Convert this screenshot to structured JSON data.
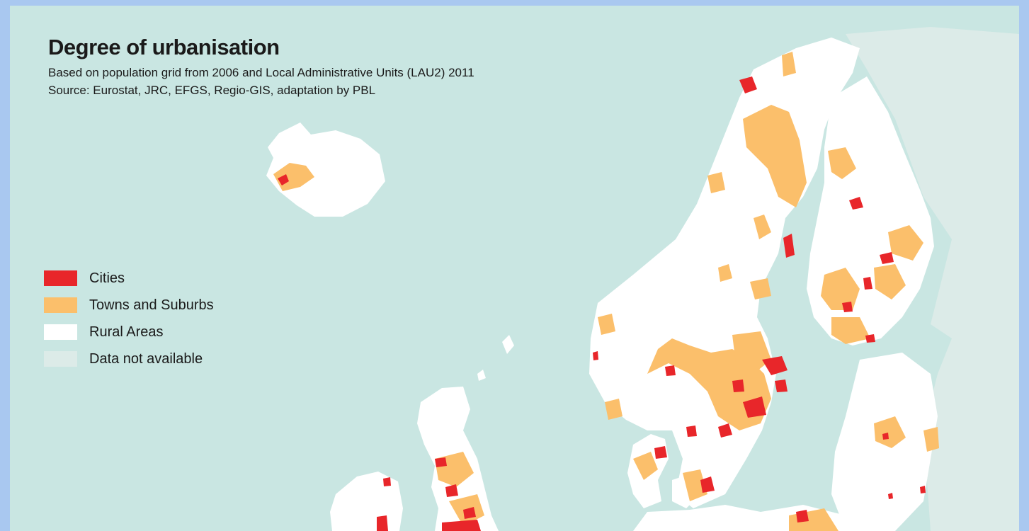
{
  "map": {
    "title": "Degree of urbanisation",
    "subtitle": "Based on population grid from 2006 and Local Administrative Units (LAU2) 2011",
    "source": "Source: Eurostat, JRC, EFGS, Regio-GIS, adaptation by PBL",
    "legend": [
      {
        "label": "Cities",
        "color": "#e8262a"
      },
      {
        "label": "Towns and Suburbs",
        "color": "#fbbf6b"
      },
      {
        "label": "Rural Areas",
        "color": "#ffffff"
      },
      {
        "label": "Data not available",
        "color": "#dcebe8"
      }
    ],
    "colors": {
      "sea": "#c9e6e2",
      "frame": "#a9c8f0",
      "land_no_data": "#dcebe8"
    }
  }
}
